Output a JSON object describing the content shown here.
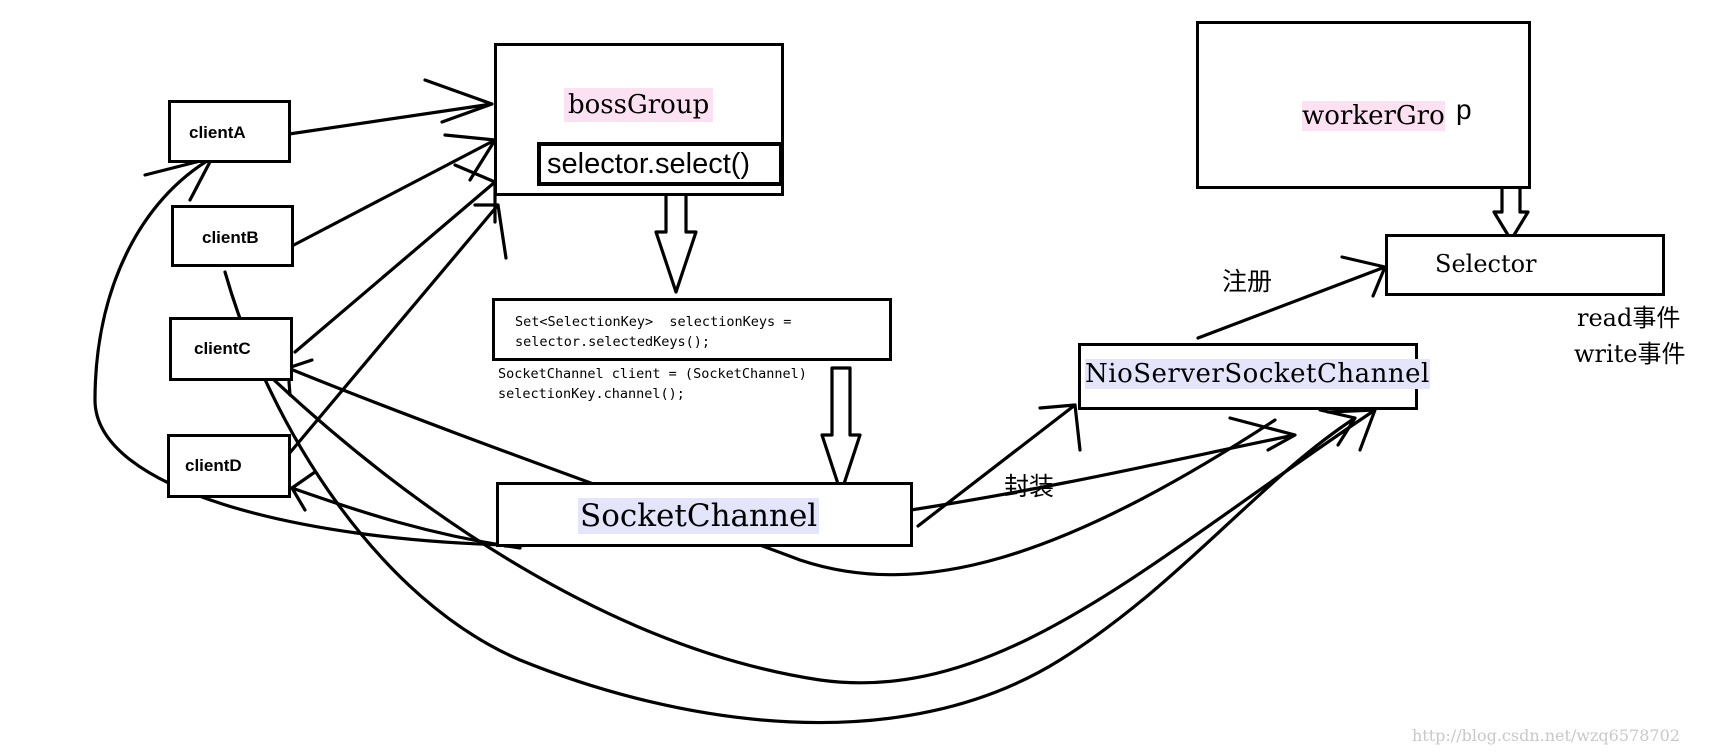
{
  "clients": [
    {
      "id": "a",
      "label": "clientA"
    },
    {
      "id": "b",
      "label": "clientB"
    },
    {
      "id": "c",
      "label": "clientC"
    },
    {
      "id": "d",
      "label": "clientD"
    }
  ],
  "boss_group": {
    "title": "bossGroup",
    "selector_call": "selector.select()"
  },
  "selection_keys": {
    "line1": "Set<SelectionKey>  selectionKeys =",
    "line2": "selector.selectedKeys();"
  },
  "client_cast": {
    "line1": "SocketChannel client = (SocketChannel)",
    "line2": "selectionKey.channel();"
  },
  "socket_channel": {
    "label": "SocketChannel"
  },
  "nio_server_socket_channel": {
    "label": "NioServerSocketChannel"
  },
  "worker_group": {
    "title_main": "workerGro",
    "title_tail": "p"
  },
  "selector": {
    "label": "Selector"
  },
  "labels": {
    "register": "注册",
    "wrap": "封装",
    "read_event": "read事件",
    "write_event": "write事件"
  },
  "watermark": "http://blog.csdn.net/wzq6578702",
  "colors": {
    "stroke": "#000000",
    "highlight_pink": "#fce1f2",
    "highlight_blue": "#e4e4fb",
    "watermark": "#c8c8c8"
  }
}
